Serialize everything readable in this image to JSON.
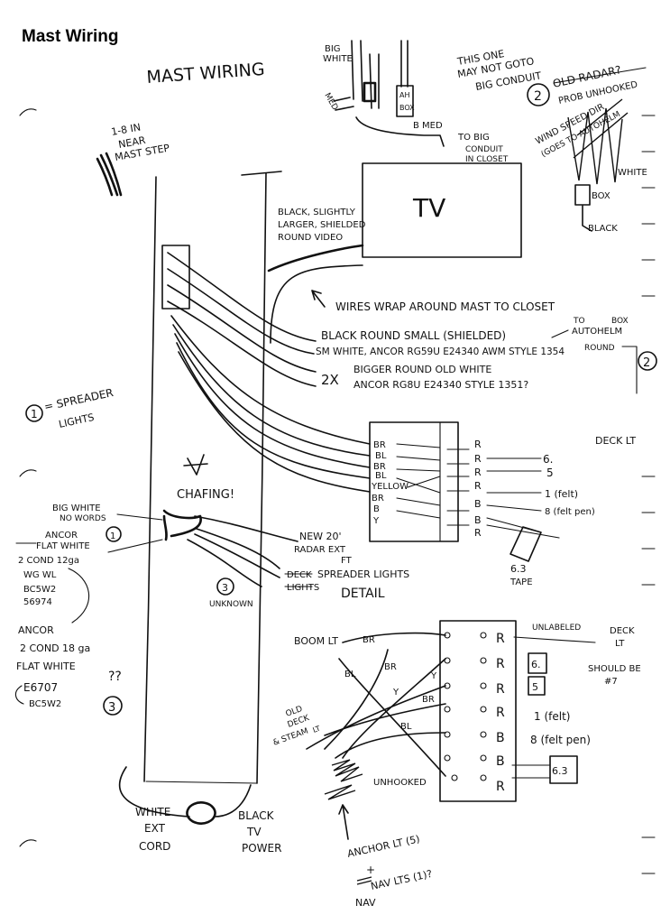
{
  "page_title": "Mast Wiring",
  "handwritten_title": "MAST WIRING",
  "labels": {
    "near_mast_step": [
      "1-8 IN",
      "NEAR",
      "MAST STEP"
    ],
    "top_big_white": [
      "BIG",
      "WHITE"
    ],
    "top_med": "MED",
    "top_ah_box": [
      "AH",
      "BOX"
    ],
    "top_b_med": "B MED",
    "top_note": [
      "THIS ONE",
      "MAY NOT GOTO",
      "BIG CONDUIT"
    ],
    "top_to_big_conduit": [
      "TO BIG",
      "CONDUIT",
      "IN CLOSET"
    ],
    "right_num2": "2",
    "right_old_radar": "OLD RADAR?",
    "right_prob_unhooked": "PROB UNHOOKED",
    "right_wind_speed": [
      "WIND SPEED DIR",
      "(GOES TO AUTOHELM"
    ],
    "right_white": "WHITE",
    "right_box": "BOX",
    "right_black": "BLACK",
    "tv": "TV",
    "tv_cable": [
      "BLACK, SLIGHTLY",
      "LARGER, SHIELDED",
      "ROUND VIDEO"
    ],
    "wrap_note": "WIRES WRAP AROUND MAST TO CLOSET",
    "cable_1": "BLACK ROUND SMALL (SHIELDED)",
    "cable_to_box": [
      "TO",
      "BOX",
      "AUTOHELM"
    ],
    "cable_2": "SM WHITE, ANCOR RG59U E24340 AWM STYLE 1354",
    "cable_round": "ROUND",
    "cable_2x": "2X",
    "cable_3a": "BIGGER ROUND OLD WHITE",
    "cable_3b": "ANCOR RG8U E24340 STYLE 1351?",
    "num2_circle": "2",
    "spreader_note": [
      "= SPREADER",
      "LIGHTS"
    ],
    "num1": "1",
    "chafing": "CHAFING!",
    "big_white_no_words": [
      "BIG WHITE",
      "NO WORDS"
    ],
    "ancor_flat_white": [
      "ANCOR",
      "FLAT WHITE",
      "2 COND 12ga",
      "WG WL",
      "BC5W2",
      "56974"
    ],
    "ancor_18": [
      "ANCOR",
      "2 COND 18 ga",
      "FLAT WHITE",
      "E6707",
      "BC5W2"
    ],
    "qq": "??",
    "num3": "3",
    "unknown": "UNKNOWN",
    "new_radar": [
      "NEW 20'",
      "RADAR EXT",
      "FT"
    ],
    "spreader_lights": "SPREADER LIGHTS",
    "deck_struck": "DECK",
    "lights_struck": "LIGHTS",
    "detail": "DETAIL",
    "deck_lt": "DECK LT",
    "left_wires": [
      "BR",
      "BL",
      "BR",
      "BL",
      "YELLOW",
      "BR",
      "B",
      "Y"
    ],
    "right_wires": [
      "R",
      "R",
      "R",
      "R",
      "B",
      "B",
      "R"
    ],
    "wire_nums": [
      "6.",
      "5",
      "1 (felt)",
      "8 (felt pen)"
    ],
    "tape": [
      "6.3",
      "TAPE"
    ],
    "boom_lt": "BOOM LT",
    "detail2_left": [
      "BR",
      "BL",
      "BR",
      "Y",
      "Y",
      "BR",
      "BL"
    ],
    "detail2_right": [
      "R",
      "R",
      "R",
      "R",
      "B",
      "B",
      "R"
    ],
    "unlabeled": "UNLABELED",
    "deck_lt2": [
      "DECK",
      "LT"
    ],
    "should_be": [
      "SHOULD BE",
      "#7"
    ],
    "box_nums": [
      "6.",
      "5",
      "6.3"
    ],
    "felt_1": "1 (felt)",
    "felt_8": "8 (felt pen)",
    "old_deck_steam": [
      "OLD",
      "DECK",
      "& STEAM",
      "LT"
    ],
    "unhooked": "UNHOOKED",
    "white_ext_cord": [
      "WHITE",
      "EXT",
      "CORD"
    ],
    "black_tv_power": [
      "BLACK",
      "TV",
      "POWER"
    ],
    "anchor_lt": [
      "ANCHOR LT (5)",
      "+",
      "NAV LTS (1)?"
    ],
    "nav": "NAV"
  }
}
